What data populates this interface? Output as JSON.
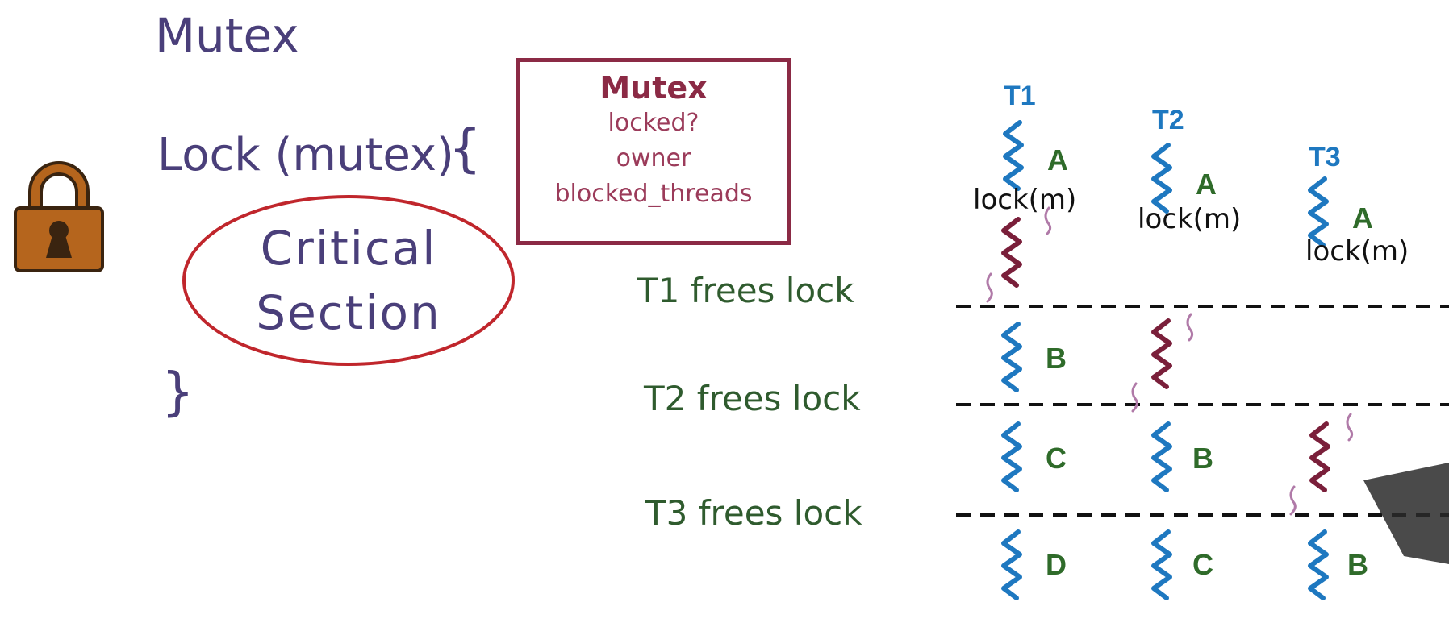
{
  "left": {
    "title": "Mutex",
    "lock_call": "Lock (mutex)",
    "open_brace": "{",
    "close_brace": "}",
    "critical_section": [
      "Critical",
      "Section"
    ],
    "lock_icon": "padlock-icon"
  },
  "mutex_box": {
    "title": "Mutex",
    "fields": [
      "locked?",
      "owner",
      "blocked_threads"
    ]
  },
  "timeline": {
    "threads": [
      "T1",
      "T2",
      "T3"
    ],
    "lock_call": "lock(m)",
    "events": [
      "T1 frees lock",
      "T2 frees lock",
      "T3 frees lock"
    ],
    "segments": {
      "T1": [
        "A",
        "B",
        "C",
        "D"
      ],
      "T2": [
        "A",
        "B",
        "C"
      ],
      "T3": [
        "A",
        "B"
      ]
    }
  },
  "colors": {
    "purple_ink": "#4a3f7a",
    "box_border": "#8b2a45",
    "ellipse": "#c0262c",
    "thread_blue": "#1e78c0",
    "critical_maroon": "#7a1f3a",
    "event_green": "#2f5b2e",
    "padlock_body": "#b5651d"
  }
}
